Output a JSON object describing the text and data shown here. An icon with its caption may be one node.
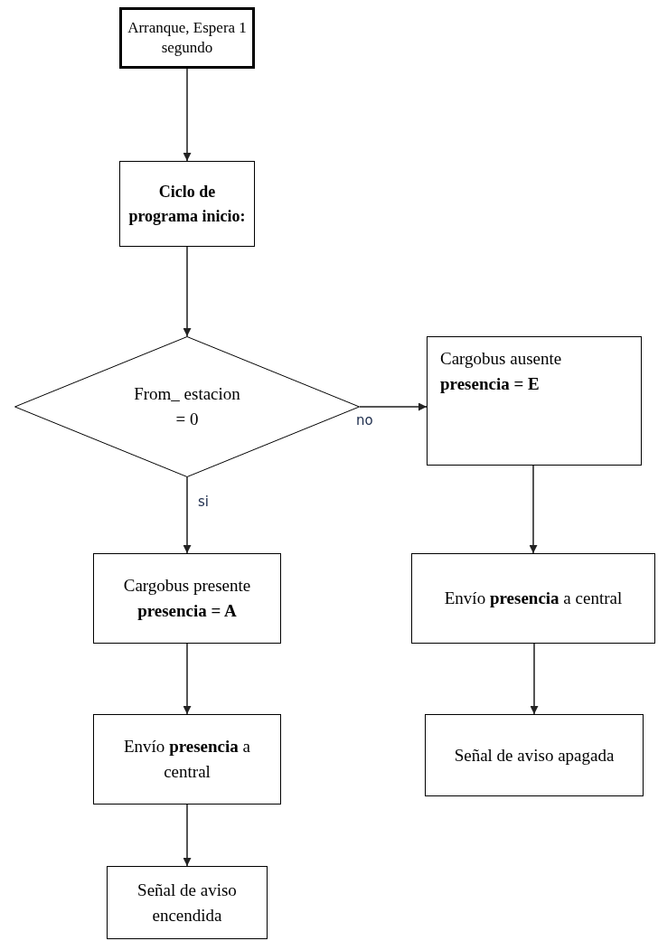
{
  "diagram": {
    "nodes": [
      {
        "text": [
          "Arranque, Espera 1 segundo"
        ]
      },
      {
        "text": [
          "Ciclo de programa inicio:"
        ]
      },
      {
        "text": [
          "From_ estacion = 0"
        ]
      },
      {
        "text": [
          "Cargobus presente **presencia = A**"
        ]
      },
      {
        "text": [
          "Envío **presencia** a central"
        ]
      },
      {
        "text": [
          "Señal de aviso encendida"
        ]
      },
      {
        "text": [
          "Cargobus ausente **presencia = E**"
        ]
      },
      {
        "text": [
          "Envío **presencia** a central"
        ]
      },
      {
        "text": [
          "Señal de aviso apagada"
        ]
      }
    ],
    "edges": [
      {
        "from": 0,
        "to": 1,
        "arrow": "to"
      },
      {
        "from": 1,
        "to": 2,
        "arrow": "to"
      },
      {
        "from": 2,
        "to": 3,
        "arrow": "to",
        "label": "si"
      },
      {
        "from": 3,
        "to": 4,
        "arrow": "to"
      },
      {
        "from": 4,
        "to": 5,
        "arrow": "to"
      },
      {
        "from": 2,
        "to": 6,
        "arrow": "to",
        "label": "no"
      },
      {
        "from": 6,
        "to": 7,
        "arrow": "to"
      },
      {
        "from": 7,
        "to": 8,
        "arrow": "to"
      }
    ]
  }
}
